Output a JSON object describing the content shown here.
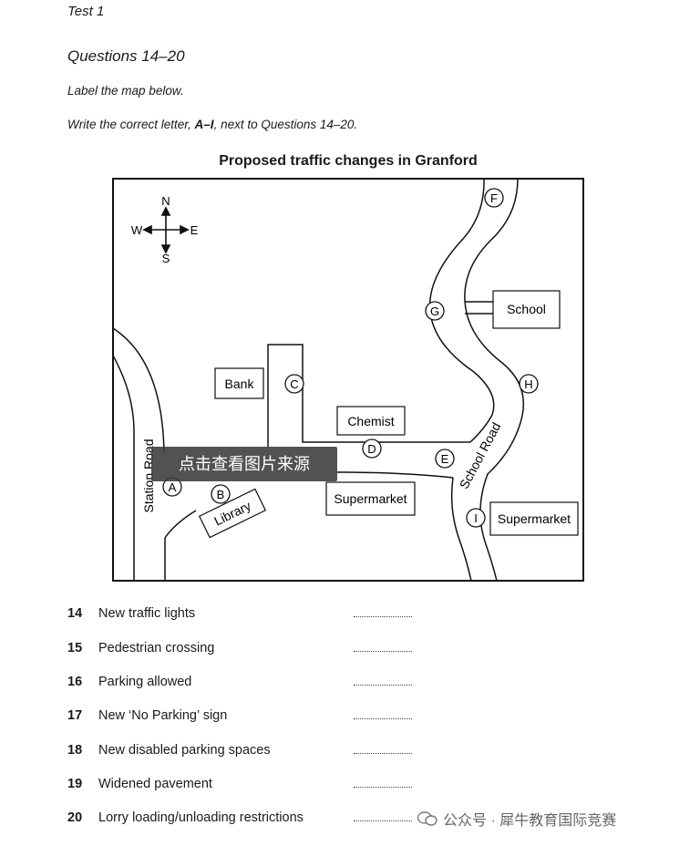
{
  "header": {
    "test_label": "Test 1",
    "questions_heading": "Questions 14–20",
    "instruction_1": "Label the map below.",
    "instruction_2_prefix": "Write the correct letter, ",
    "instruction_2_bold": "A–I",
    "instruction_2_suffix": ", next to Questions 14–20."
  },
  "map": {
    "title": "Proposed traffic changes in Granford",
    "compass": {
      "n": "N",
      "s": "S",
      "e": "E",
      "w": "W"
    },
    "buildings": {
      "bank": "Bank",
      "chemist": "Chemist",
      "school": "School",
      "supermarket_center": "Supermarket",
      "supermarket_east": "Supermarket",
      "library": "Library"
    },
    "roads": {
      "station_road": "Station Road",
      "school_road": "School Road"
    },
    "points": [
      "A",
      "B",
      "C",
      "D",
      "E",
      "F",
      "G",
      "H",
      "I"
    ]
  },
  "overlay": {
    "label": "点击查看图片来源"
  },
  "questions": [
    {
      "num": "14",
      "text": "New traffic lights"
    },
    {
      "num": "15",
      "text": "Pedestrian crossing"
    },
    {
      "num": "16",
      "text": "Parking allowed"
    },
    {
      "num": "17",
      "text": "New ‘No Parking’ sign"
    },
    {
      "num": "18",
      "text": "New disabled parking spaces"
    },
    {
      "num": "19",
      "text": "Widened pavement"
    },
    {
      "num": "20",
      "text": "Lorry loading/unloading restrictions"
    }
  ],
  "watermark": {
    "text": "公众号 · 犀牛教育国际竞赛"
  }
}
